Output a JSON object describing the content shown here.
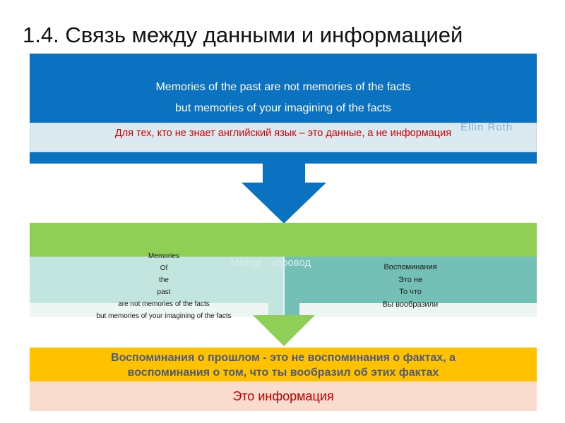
{
  "title": "1.4. Связь между данными и информацией",
  "top_block": {
    "line1": "Memories of the past are not memories of the facts",
    "line2": "but memories of your imagining of the facts",
    "author_ghost": "Ellin Roth",
    "note": "Для тех, кто не знает английский язык – это данные, а не информация"
  },
  "middle_block": {
    "ghost_label": "Метод - хоровод",
    "left_lines": [
      "Memories",
      "Of",
      "the",
      "past",
      "are not memories of the facts",
      "but memories of your imagining of the facts"
    ],
    "right_lines": [
      "Воспоминания",
      "Это не",
      "То что",
      "Вы вообразили"
    ]
  },
  "bottom_block": {
    "statement_line1": "Воспоминания о прошлом -  это не воспоминания о фактах, а",
    "statement_line2": "воспоминания о том, что ты вообразил об этих фактах",
    "conclusion": "Это информация"
  },
  "colors": {
    "blue": "#0b72c2",
    "green": "#8fcf55",
    "teal": "#74c0b6",
    "yellow": "#ffc100",
    "peach": "#f9dccd",
    "red_text": "#c00000"
  }
}
